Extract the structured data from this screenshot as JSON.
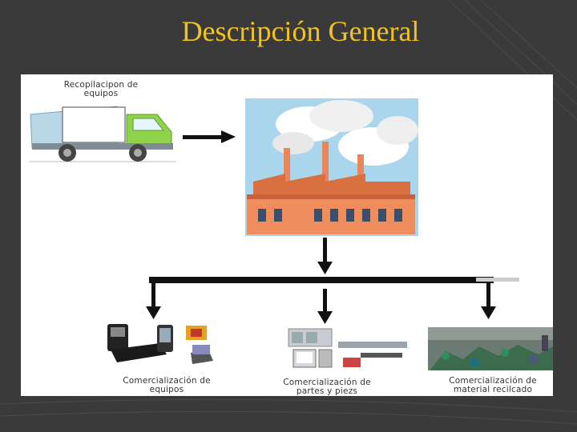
{
  "slide": {
    "title": "Descripción General"
  },
  "diagram": {
    "source_label": "Recopilacipon de equipos",
    "outputs": [
      {
        "label": "Comercialización de equipos"
      },
      {
        "label": "Comercialización de partes y piezs"
      },
      {
        "label": "Comercialización de material recilcado"
      }
    ]
  },
  "colors": {
    "background": "#3a3a3a",
    "title": "#f2c31f",
    "factory": "#e9875b",
    "sky": "#a9d6ec",
    "truck_cab": "#8ed34a"
  }
}
